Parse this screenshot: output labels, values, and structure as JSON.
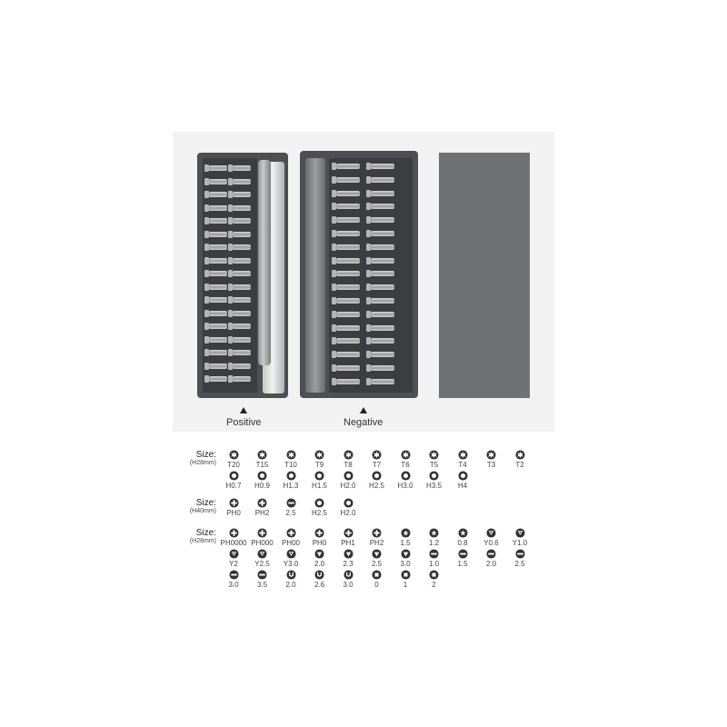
{
  "photo": {
    "positive_label": "Positive",
    "negative_label": "Negative"
  },
  "sections": [
    {
      "size_label": "Size:",
      "size_sub": "(H28mm)",
      "rows": [
        [
          {
            "label": "T20",
            "icon": "torx-icon"
          },
          {
            "label": "T15",
            "icon": "torx-icon"
          },
          {
            "label": "T10",
            "icon": "torx-icon"
          },
          {
            "label": "T9",
            "icon": "torx-icon"
          },
          {
            "label": "T8",
            "icon": "torx-icon"
          },
          {
            "label": "T7",
            "icon": "torx-icon"
          },
          {
            "label": "T6",
            "icon": "torx-icon"
          },
          {
            "label": "T5",
            "icon": "torx-icon"
          },
          {
            "label": "T4",
            "icon": "torx-icon"
          },
          {
            "label": "T3",
            "icon": "torx-icon"
          },
          {
            "label": "T2",
            "icon": "torx-icon"
          }
        ],
        [
          {
            "label": "H0.7",
            "icon": "hex-icon"
          },
          {
            "label": "H0.9",
            "icon": "hex-icon"
          },
          {
            "label": "H1.3",
            "icon": "hex-icon"
          },
          {
            "label": "H1.5",
            "icon": "hex-icon"
          },
          {
            "label": "H2.0",
            "icon": "hex-icon"
          },
          {
            "label": "H2.5",
            "icon": "hex-icon"
          },
          {
            "label": "H3.0",
            "icon": "hex-icon"
          },
          {
            "label": "H3.5",
            "icon": "hex-icon"
          },
          {
            "label": "H4",
            "icon": "hex-icon"
          }
        ]
      ]
    },
    {
      "size_label": "Size:",
      "size_sub": "(H40mm)",
      "rows": [
        [
          {
            "label": "PH0",
            "icon": "phillips-icon"
          },
          {
            "label": "PH2",
            "icon": "phillips-icon"
          },
          {
            "label": "2.5",
            "icon": "slotted-icon"
          },
          {
            "label": "H2.5",
            "icon": "hex-icon"
          },
          {
            "label": "H2.0",
            "icon": "hex-icon"
          }
        ]
      ]
    },
    {
      "size_label": "Size:",
      "size_sub": "(H28mm)",
      "rows": [
        [
          {
            "label": "PH0000",
            "icon": "phillips-icon"
          },
          {
            "label": "PH000",
            "icon": "phillips-icon"
          },
          {
            "label": "PH00",
            "icon": "phillips-icon"
          },
          {
            "label": "PH0",
            "icon": "phillips-icon"
          },
          {
            "label": "PH1",
            "icon": "phillips-icon"
          },
          {
            "label": "PH2",
            "icon": "phillips-icon"
          },
          {
            "label": "1.5",
            "icon": "pentalobe-icon"
          },
          {
            "label": "1.2",
            "icon": "pentalobe-icon"
          },
          {
            "label": "0.8",
            "icon": "pentalobe-icon"
          },
          {
            "label": "Y0.6",
            "icon": "tri-wing-icon"
          },
          {
            "label": "Y1.0",
            "icon": "tri-wing-icon"
          }
        ],
        [
          {
            "label": "Y2",
            "icon": "tri-wing-icon"
          },
          {
            "label": "Y2.5",
            "icon": "tri-wing-icon"
          },
          {
            "label": "Y3.0",
            "icon": "tri-wing-icon"
          },
          {
            "label": "2.0",
            "icon": "triangle-icon"
          },
          {
            "label": "2.3",
            "icon": "triangle-icon"
          },
          {
            "label": "2.5",
            "icon": "triangle-icon"
          },
          {
            "label": "3.0",
            "icon": "triangle-icon"
          },
          {
            "label": "1.0",
            "icon": "slotted-icon"
          },
          {
            "label": "1.5",
            "icon": "slotted-icon"
          },
          {
            "label": "2.0",
            "icon": "slotted-icon"
          },
          {
            "label": "2.5",
            "icon": "slotted-icon"
          }
        ],
        [
          {
            "label": "3.0",
            "icon": "slotted-icon"
          },
          {
            "label": "3.5",
            "icon": "slotted-icon"
          },
          {
            "label": "2.0",
            "icon": "u-type-icon"
          },
          {
            "label": "2.6",
            "icon": "u-type-icon"
          },
          {
            "label": "3.0",
            "icon": "u-type-icon"
          },
          {
            "label": "0",
            "icon": "square-icon"
          },
          {
            "label": "1",
            "icon": "square-icon"
          },
          {
            "label": "2",
            "icon": "square-icon"
          }
        ]
      ]
    }
  ]
}
